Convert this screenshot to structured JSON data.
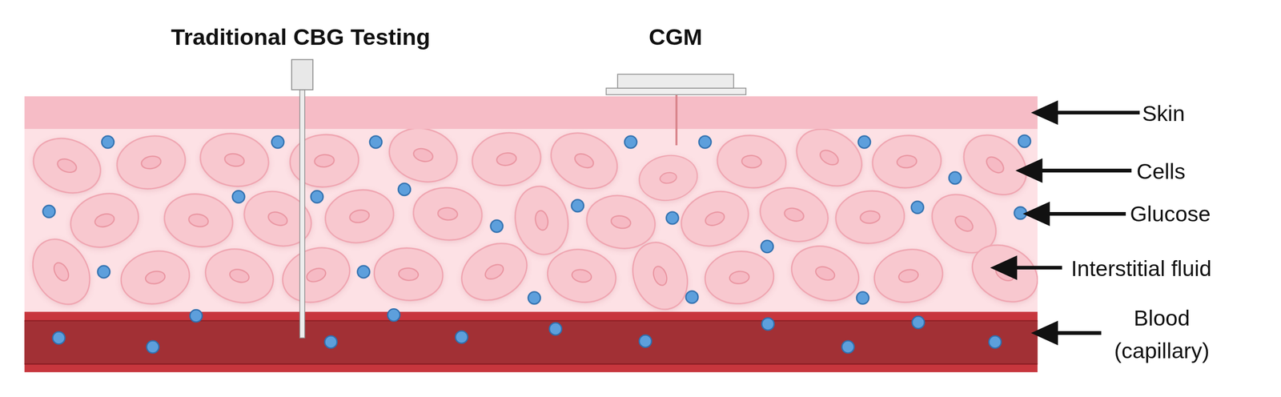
{
  "diagram": {
    "labels": [
      "Traditional CBG Testing",
      "CGM",
      "Skin",
      "Cells",
      "Glucose",
      "Interstitial fluid",
      "Blood (capillary)"
    ]
  }
}
